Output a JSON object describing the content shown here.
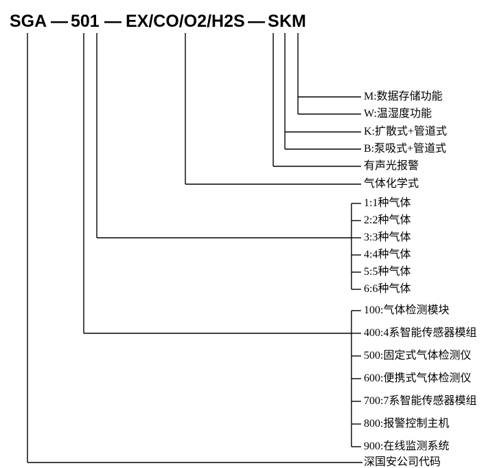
{
  "title": {
    "company": "SGA",
    "dash": "—",
    "series": "501",
    "gases": "EX/CO/O2/H2S",
    "suffix_s": "S",
    "suffix_k": "K",
    "suffix_m": "M"
  },
  "callouts": {
    "m_option": "M:数据存储功能",
    "w_option": "W:温湿度功能",
    "k_option": "K:扩散式+管道式",
    "b_option": "B:泵吸式+管道式",
    "alarm": "有声光报警",
    "gas_formula": "气体化学式",
    "company_code": "深国安公司代码"
  },
  "gas_count_options": [
    "1:1种气体",
    "2:2种气体",
    "3:3种气体",
    "4:4种气体",
    "5:5种气体",
    "6:6种气体"
  ],
  "series_options": [
    "100:气体检测模块",
    "400:4系智能传感器模组",
    "500:固定式气体检测仪",
    "600:便携式气体检测仪",
    "700:7系智能传感器模组",
    "800:报警控制主机",
    "900:在线监测系统"
  ],
  "colors": {
    "line": "#000000",
    "text": "#000000",
    "background": "#ffffff"
  }
}
